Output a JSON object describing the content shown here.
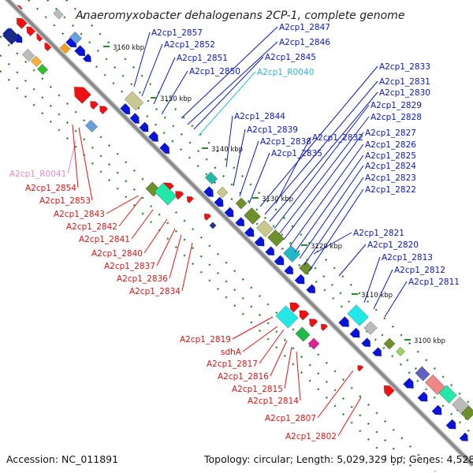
{
  "title": "Anaeromyxobacter dehalogenans 2CP-1, complete genome",
  "footer": {
    "accession": "Accession: NC_011891",
    "stats": "Topology: circular; Length: 5,029,329 bp; Genes: 4,528"
  },
  "colors": {
    "forward_gene": "#0a14d8",
    "reverse_gene": "#ee1111",
    "rna_gene_forward": "#22b8e8",
    "rna_gene_reverse": "#ee88cc",
    "backbone": "#8a8a8a"
  },
  "kbp_ticks": [
    "3160 kbp",
    "3150 kbp",
    "3140 kbp",
    "3130 kbp",
    "3120 kbp",
    "3110 kbp",
    "3100 kbp"
  ],
  "forward_labels": [
    "A2cp1_2857",
    "A2cp1_2852",
    "A2cp1_2851",
    "A2cp1_2850",
    "A2cp1_2847",
    "A2cp1_2846",
    "A2cp1_2845",
    "A2cp1_R0040",
    "A2cp1_2844",
    "A2cp1_2839",
    "A2cp1_2838",
    "A2cp1_2835",
    "A2cp1_2833",
    "A2cp1_2831",
    "A2cp1_2830",
    "A2cp1_2829",
    "A2cp1_2828",
    "A2cp1_2832",
    "A2cp1_2827",
    "A2cp1_2826",
    "A2cp1_2825",
    "A2cp1_2824",
    "A2cp1_2823",
    "A2cp1_2822",
    "A2cp1_2821",
    "A2cp1_2820",
    "A2cp1_2813",
    "A2cp1_2812",
    "A2cp1_2811"
  ],
  "reverse_labels": [
    "A2cp1_R0041",
    "A2cp1_2854",
    "A2cp1_2853",
    "A2cp1_2843",
    "A2cp1_2842",
    "A2cp1_2841",
    "A2cp1_2840",
    "A2cp1_2837",
    "A2cp1_2836",
    "A2cp1_2834",
    "A2cp1_2819",
    "sdhA",
    "A2cp1_2817",
    "A2cp1_2816",
    "A2cp1_2815",
    "A2cp1_2814",
    "A2cp1_2807",
    "A2cp1_2802"
  ]
}
